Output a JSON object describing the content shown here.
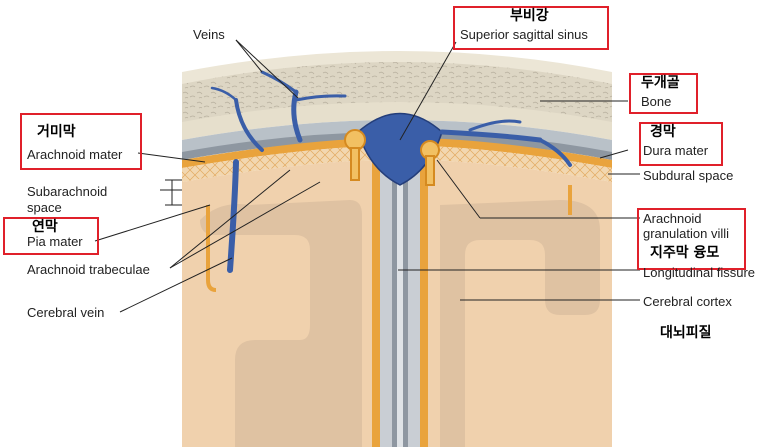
{
  "labels": {
    "veins": "Veins",
    "superior_sagittal_sinus": "Superior sagittal sinus",
    "bone": "Bone",
    "dura_mater": "Dura mater",
    "arachnoid_mater": "Arachnoid mater",
    "subarachnoid_space_line1": "Subarachnoid",
    "subarachnoid_space_line2": "space",
    "pia_mater": "Pia mater",
    "arachnoid_trabeculae": "Arachnoid trabeculae",
    "cerebral_vein": "Cerebral vein",
    "subdural_space": "Subdural space",
    "arachnoid_granulation_line1": "Arachnoid",
    "arachnoid_granulation_line2": "granulation villi",
    "longitudinal_fissure": "Longitudinal fissure",
    "cerebral_cortex": "Cerebral cortex"
  },
  "korean_labels": {
    "superior_sagittal_sinus": "부비강",
    "bone": "두개골",
    "dura_mater": "경막",
    "arachnoid_mater": "거미막",
    "pia_mater": "연막",
    "arachnoid_granulation": "지주막 융모",
    "cerebral_cortex": "대뇌피질"
  },
  "colors": {
    "highlight_box": "#e0202a",
    "vein_blue": "#3a5ea8",
    "bone": "#ddd6c4",
    "brain_tan": "#ecc9a4",
    "arachnoid_orange": "#e9a33c",
    "dura_gray": "#a9b0b8"
  }
}
